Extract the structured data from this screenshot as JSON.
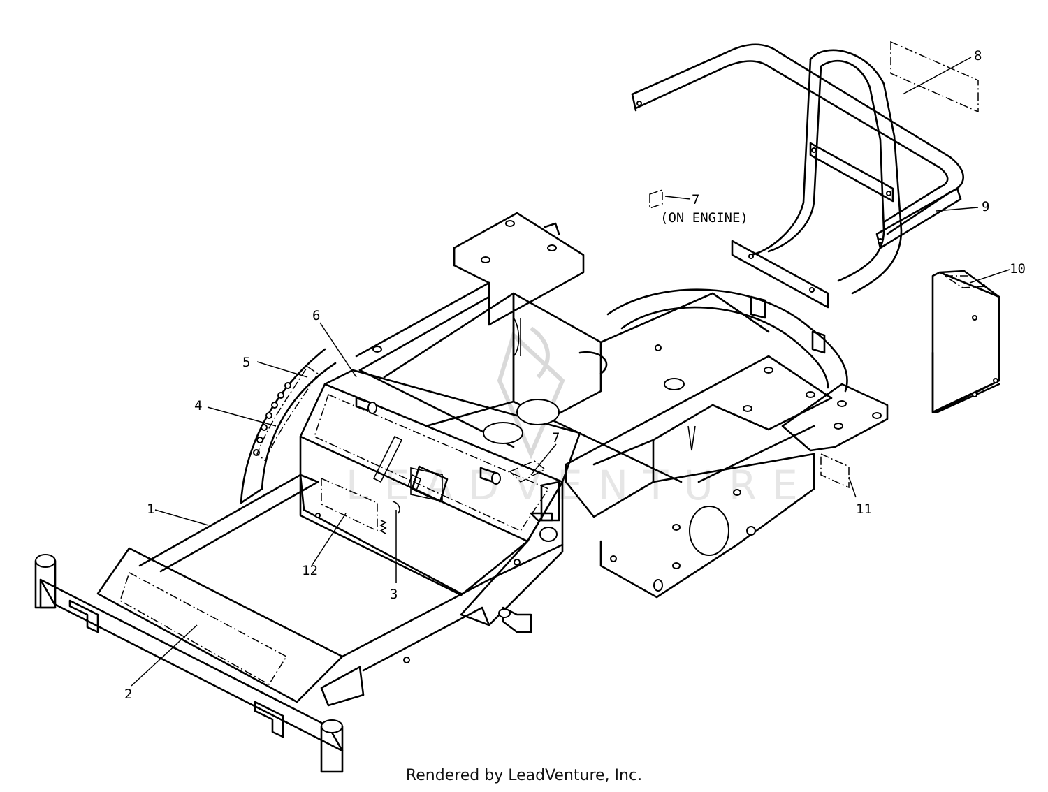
{
  "diagram": {
    "note_on_engine": "(ON ENGINE)",
    "watermark": "LEADVENTURE",
    "footer": "Rendered by LeadVenture, Inc.",
    "callouts": [
      "1",
      "2",
      "3",
      "4",
      "5",
      "6",
      "7",
      "7",
      "8",
      "9",
      "10",
      "11",
      "12"
    ]
  }
}
